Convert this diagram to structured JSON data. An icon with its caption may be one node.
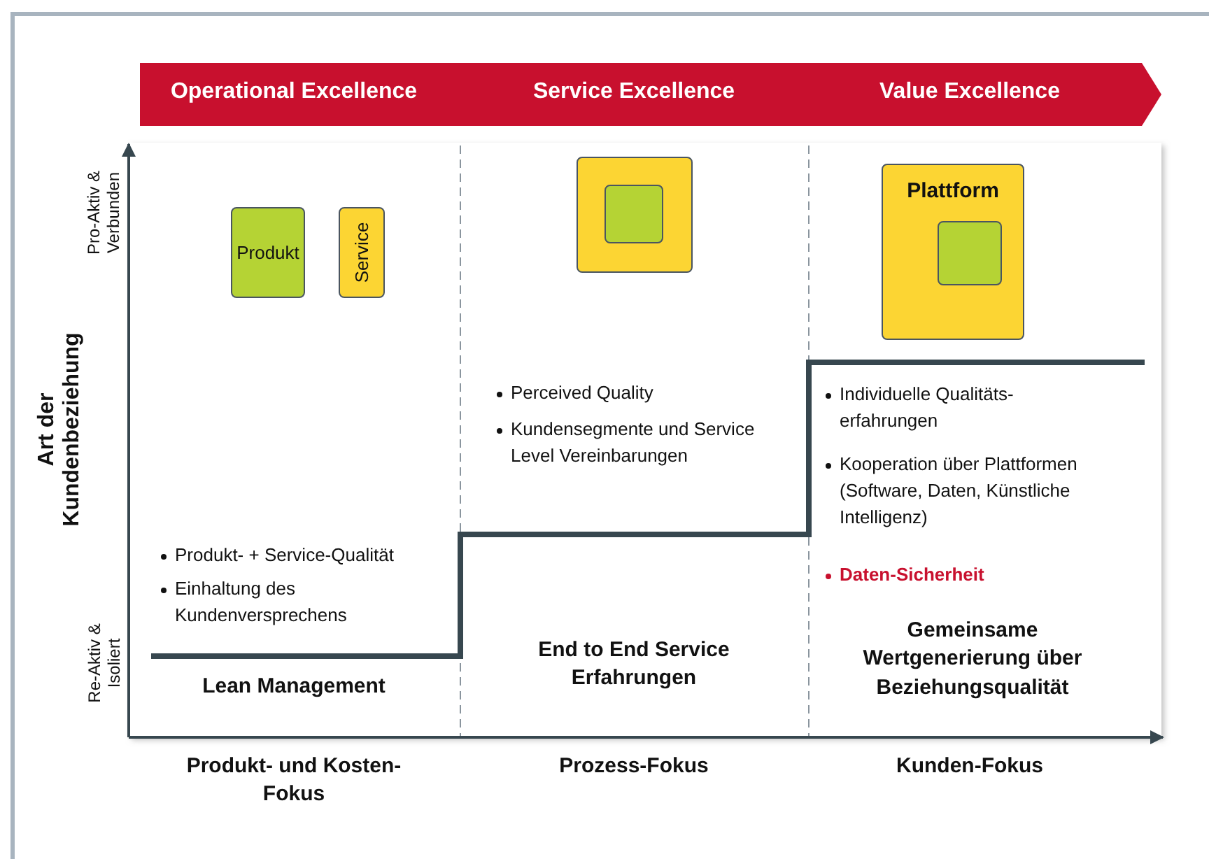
{
  "diagram": {
    "nodes": [
      {
        "text": [
          "Operational Excellence",
          "Service Excellence",
          "Value Excellence"
        ]
      },
      {
        "text": [
          "Produkt"
        ]
      },
      {
        "text": [
          "Service"
        ]
      },
      {
        "text": [],
        "shape": "box"
      },
      {
        "text": [],
        "shape": "box",
        "in": 3
      },
      {
        "text": [
          "Plattform"
        ]
      },
      {
        "text": [],
        "shape": "box",
        "in": 5
      }
    ],
    "edges": [],
    "labels": [
      "Pro-Aktiv & Verbunden",
      "Art der Kundenbeziehung",
      "Re-Aktiv & Isoliert",
      "Perceived Quality",
      "Kundensegmente und Service Level Vereinbarungen",
      "Individuelle Qualitäts-erfahrungen",
      "Kooperation über Plattformen (Software, Daten, Künstliche Intelligenz)",
      "Daten-Sicherheit",
      "Produkt- + Service-Qualität",
      "Einhaltung des Kundenversprechens",
      "Lean Management",
      "End to End Service Erfahrungen",
      "Gemeinsame Wertgenerierung über Beziehungsqualität",
      "Produkt- und Kosten-Fokus",
      "Prozess-Fokus",
      "Kunden-Fokus"
    ]
  }
}
